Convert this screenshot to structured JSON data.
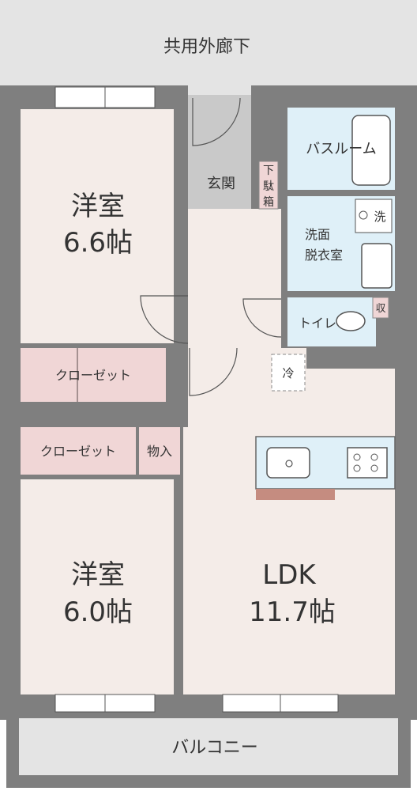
{
  "colors": {
    "wall": "#7f7f7f",
    "corridor": "#e4e4e4",
    "balcony": "#e4e4e4",
    "room_floor": "#f4ece8",
    "water_area": "#dff0f8",
    "closet": "#f0d6d6",
    "entrance": "#c9c9c9",
    "counter": "#c58c80",
    "text": "#333333"
  },
  "labels": {
    "corridor": "共用外廊下",
    "balcony": "バルコニー",
    "western_room_1": {
      "name": "洋室",
      "size": "6.6帖"
    },
    "western_room_2": {
      "name": "洋室",
      "size": "6.0帖"
    },
    "ldk": {
      "name": "LDK",
      "size": "11.7帖"
    },
    "closet_1": "クローゼット",
    "closet_2": "クローゼット",
    "storage": "物入",
    "entrance": "玄関",
    "shoe_box": [
      "下",
      "駄",
      "箱"
    ],
    "bathroom": "バスルーム",
    "washroom": [
      "洗面",
      "脱衣室"
    ],
    "washer": "洗",
    "toilet": "トイレ",
    "intake": "収",
    "fridge": "冷"
  }
}
